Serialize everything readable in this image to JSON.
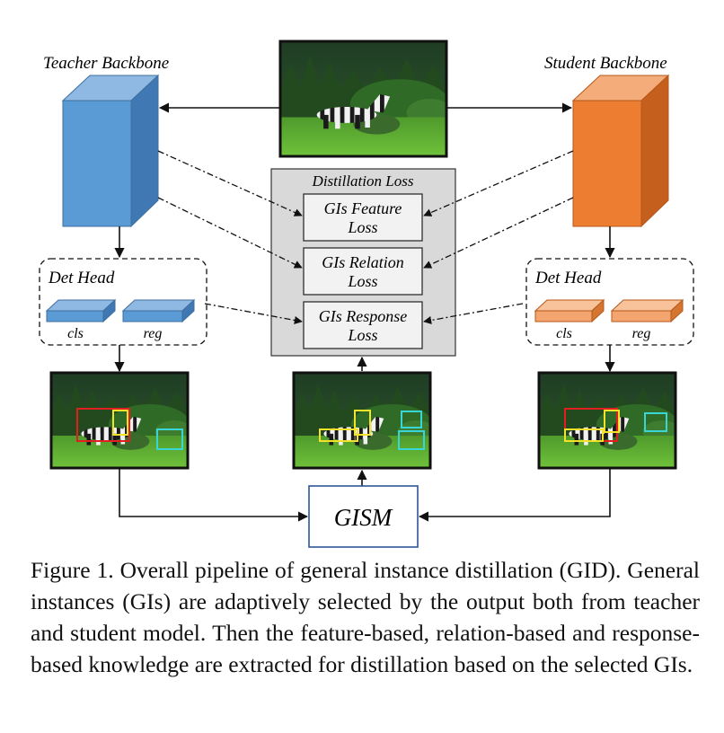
{
  "diagram": {
    "teacher_backbone_label": "Teacher Backbone",
    "student_backbone_label": "Student Backbone",
    "teacher_det_head": {
      "title": "Det Head",
      "cls_label": "cls",
      "reg_label": "reg"
    },
    "student_det_head": {
      "title": "Det Head",
      "cls_label": "cls",
      "reg_label": "reg"
    },
    "distillation_loss": {
      "title": "Distillation Loss",
      "feature_loss": [
        "GIs Feature",
        "Loss"
      ],
      "relation_loss": [
        "GIs Relation",
        "Loss"
      ],
      "response_loss": [
        "GIs Response",
        "Loss"
      ]
    },
    "gism_label": "GISM",
    "colors": {
      "teacher": "#5b9bd5",
      "student": "#ed7d31",
      "loss_panel": "#d9d9d9",
      "gism_border": "#2e5597",
      "box_red": "#e02020",
      "box_yellow": "#f2e22a",
      "box_cyan": "#38d6d6"
    }
  },
  "caption": "Figure 1. Overall pipeline of general instance distillation (GID). General instances (GIs) are adaptively selected by the output both from teacher and student model. Then the feature-based, relation-based and response-based knowledge are extracted for distillation based on the selected GIs."
}
